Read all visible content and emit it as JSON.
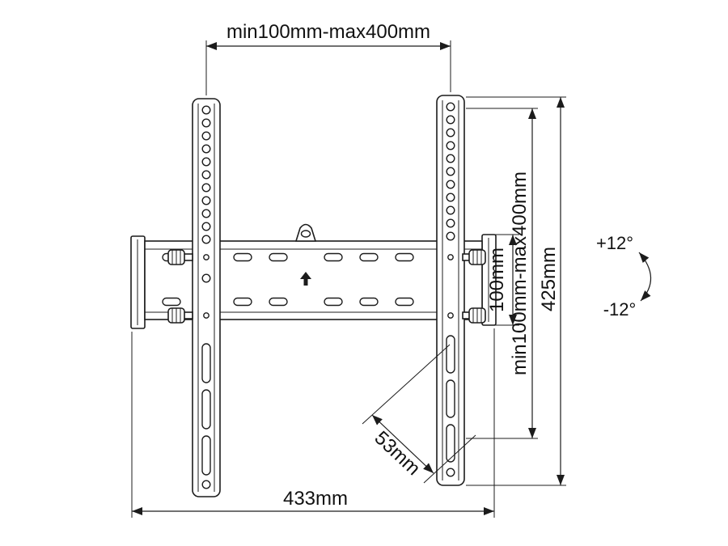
{
  "diagram": {
    "subject": "Tilting TV wall-mount bracket — dimensioned technical drawing",
    "dimensions": {
      "top_width": "min100mm-max400mm",
      "overall_height": "425mm",
      "vesa_vertical_range": "min100mm-max400mm",
      "plate_height": "100mm",
      "tilt_up": "+12°",
      "tilt_down": "-12°",
      "depth": "53mm",
      "overall_width": "433mm"
    },
    "colors": {
      "line": "#1c1c1c",
      "background": "#ffffff",
      "text": "#111111"
    }
  }
}
